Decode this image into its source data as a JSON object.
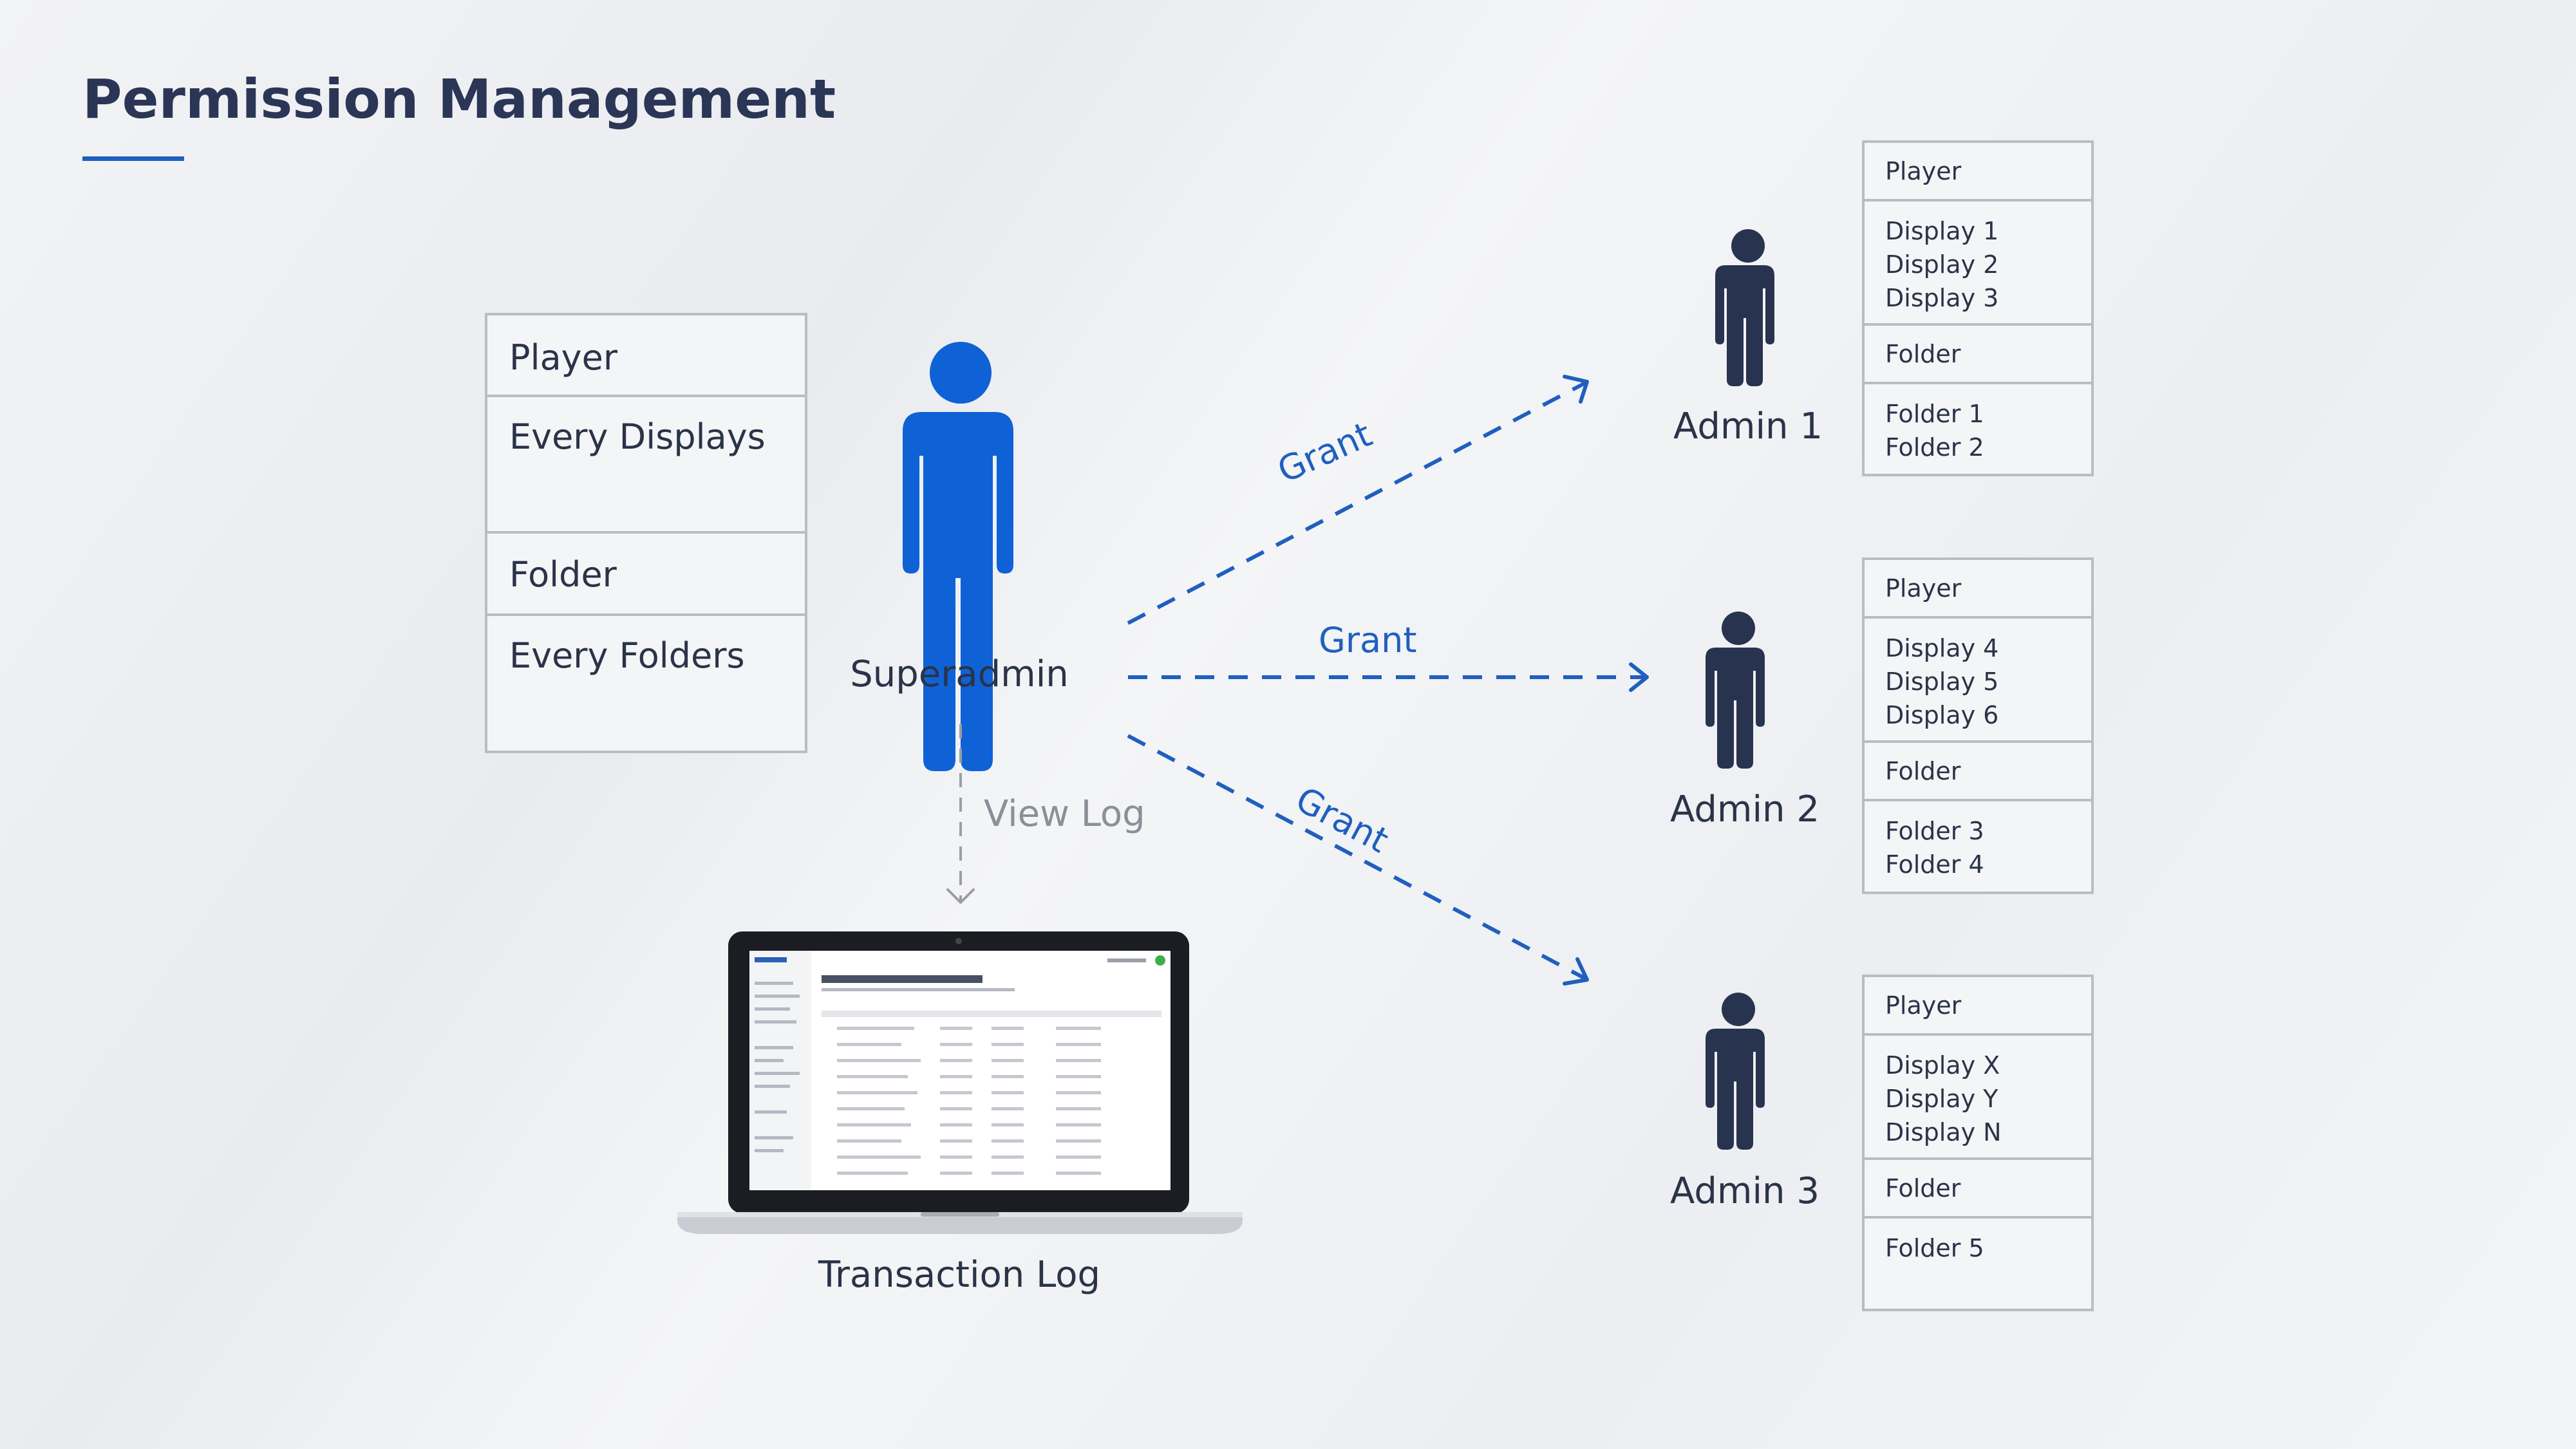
{
  "title": "Permission Management",
  "superadmin": {
    "label": "Superadmin",
    "permissions": {
      "player_header": "Player",
      "player_items": [
        "Every Displays"
      ],
      "folder_header": "Folder",
      "folder_items": [
        "Every Folders"
      ]
    }
  },
  "admins": [
    {
      "label": "Admin 1",
      "player_header": "Player",
      "displays": [
        "Display 1",
        "Display 2",
        "Display 3"
      ],
      "folder_header": "Folder",
      "folders": [
        "Folder 1",
        "Folder 2"
      ]
    },
    {
      "label": "Admin 2",
      "player_header": "Player",
      "displays": [
        "Display 4",
        "Display 5",
        "Display 6"
      ],
      "folder_header": "Folder",
      "folders": [
        "Folder 3",
        "Folder 4"
      ]
    },
    {
      "label": "Admin 3",
      "player_header": "Player",
      "displays": [
        "Display X",
        "Display Y",
        "Display N"
      ],
      "folder_header": "Folder",
      "folders": [
        "Folder 5"
      ]
    }
  ],
  "edges": {
    "grant_label": "Grant",
    "view_log_label": "View Log"
  },
  "transaction_log": {
    "label": "Transaction Log"
  },
  "colors": {
    "superadmin_figure": "#0f62d6",
    "admin_figure": "#28334f",
    "grant_line": "#1f5fbf",
    "view_log_line": "#9a9ea6",
    "title": "#2b3656"
  }
}
